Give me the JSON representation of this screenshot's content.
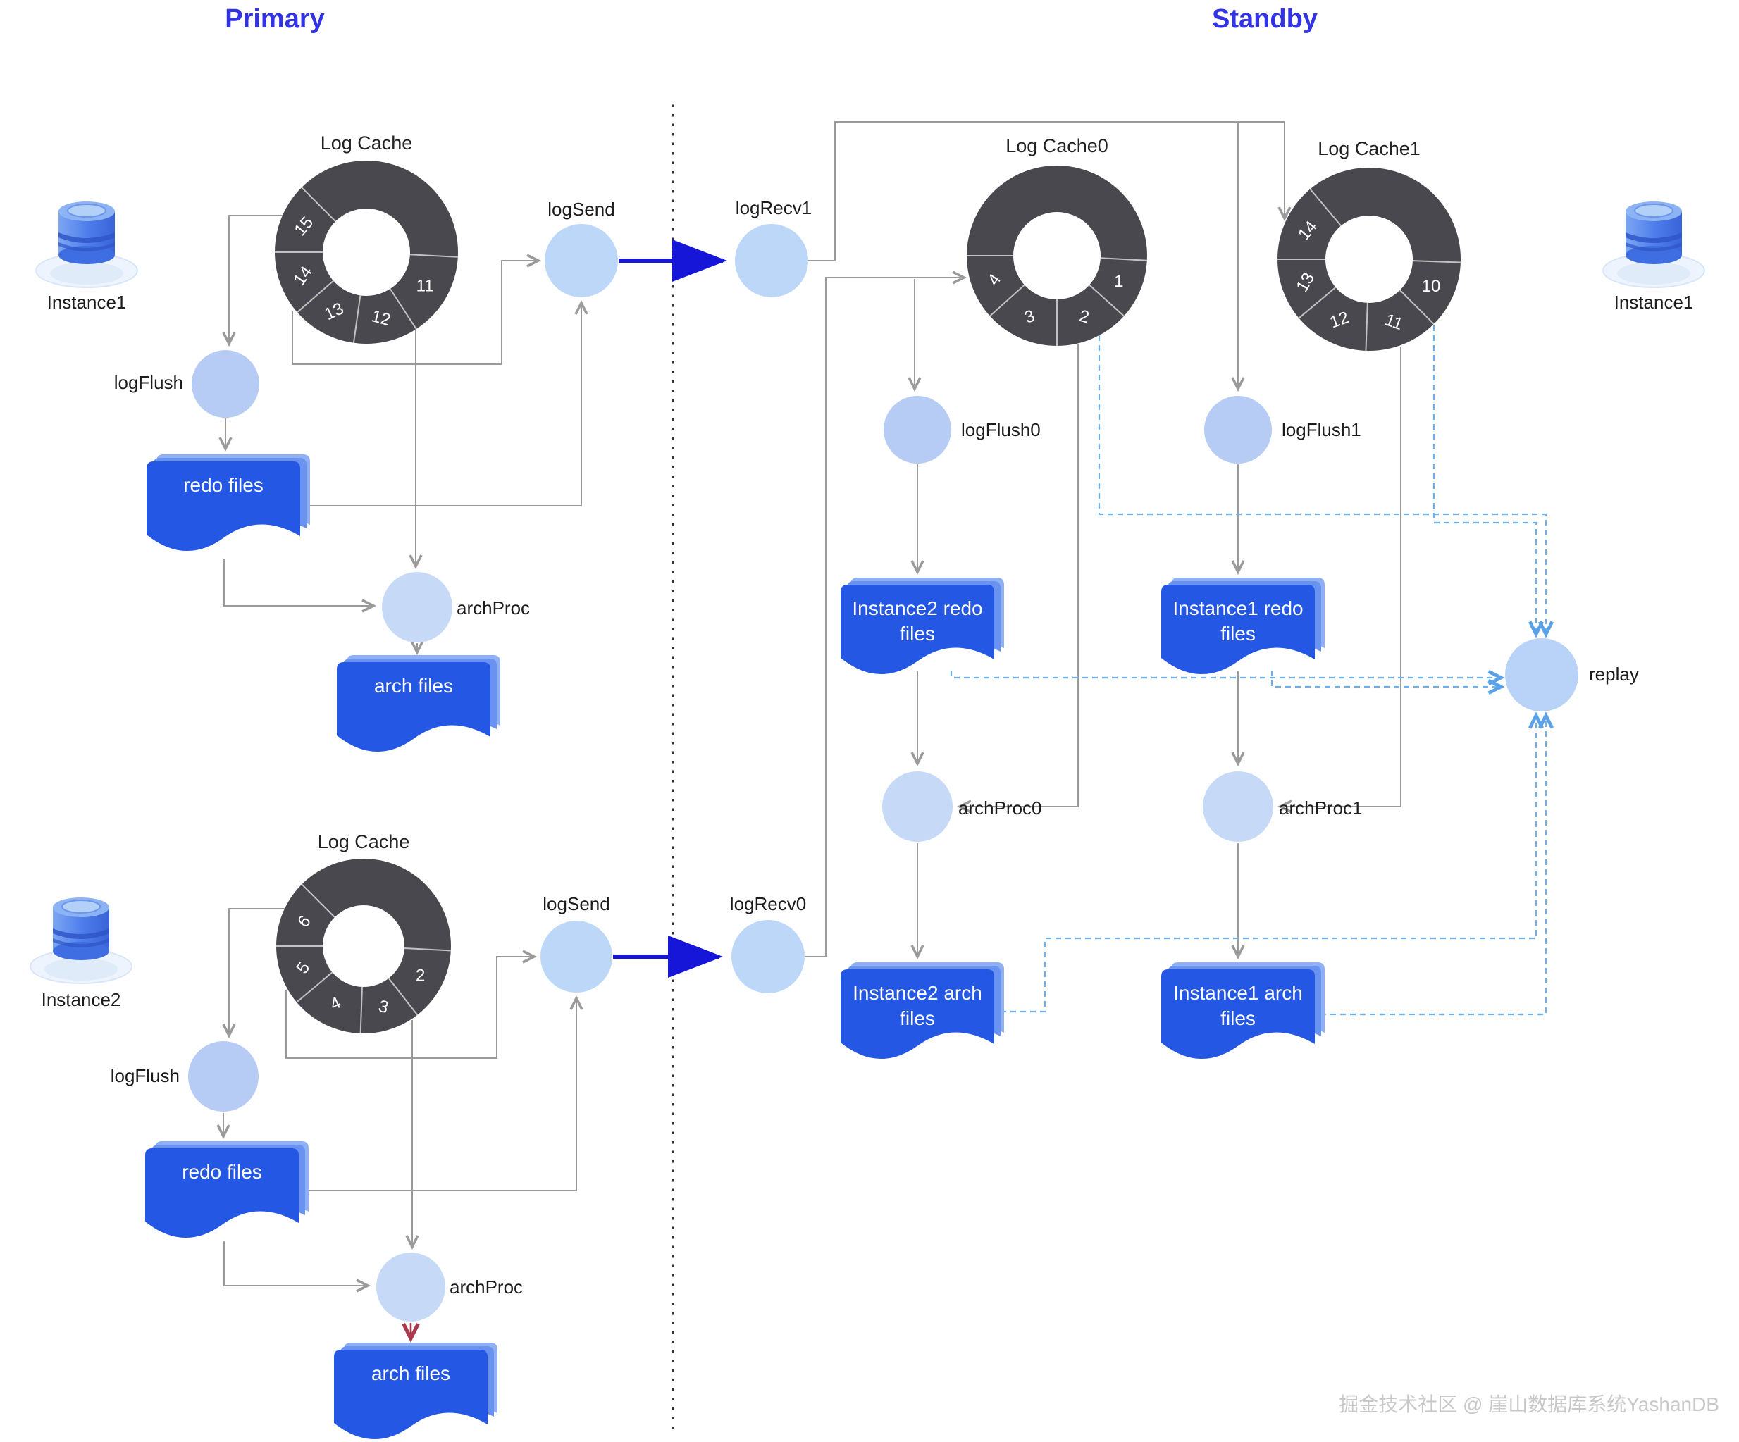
{
  "titles": {
    "primary": "Primary",
    "standby": "Standby"
  },
  "watermark": "掘金技术社区 @ 崖山数据库系统YashanDB",
  "instances": {
    "primary_top": "Instance1",
    "primary_bottom": "Instance2",
    "standby_right": "Instance1"
  },
  "caches": {
    "primary_top": {
      "title": "Log Cache",
      "segments": [
        "15",
        "14",
        "13",
        "12",
        "11"
      ]
    },
    "primary_bottom": {
      "title": "Log Cache",
      "segments": [
        "6",
        "5",
        "4",
        "3",
        "2"
      ]
    },
    "standby0": {
      "title": "Log Cache0",
      "segments": [
        "4",
        "3",
        "2",
        "1"
      ]
    },
    "standby1": {
      "title": "Log Cache1",
      "segments": [
        "14",
        "13",
        "12",
        "11",
        "10"
      ]
    }
  },
  "processes": {
    "logflush_top": "logFlush",
    "logsend_top": "logSend",
    "archproc_top": "archProc",
    "logrecv1": "logRecv1",
    "logflush_bottom": "logFlush",
    "logsend_bottom": "logSend",
    "archproc_bottom": "archProc",
    "logrecv0": "logRecv0",
    "logflush0": "logFlush0",
    "logflush1": "logFlush1",
    "archproc0": "archProc0",
    "archproc1": "archProc1",
    "replay": "replay"
  },
  "files": {
    "redo_top": "redo files",
    "arch_top": "arch files",
    "redo_bottom": "redo files",
    "arch_bottom": "arch files",
    "i2_redo": "Instance2 redo files",
    "i1_redo": "Instance1 redo files",
    "i2_arch": "Instance2 arch files",
    "i1_arch": "Instance1 arch files"
  },
  "colors": {
    "title_blue": "#3333e6",
    "ring_gray": "#48484e",
    "file_blue": "#2457e4",
    "transfer_arrow_blue": "#1616d9",
    "dashed_blue": "#6db0ea",
    "red_arrow": "#a93a4e",
    "connector_gray": "#9a9a9a"
  }
}
